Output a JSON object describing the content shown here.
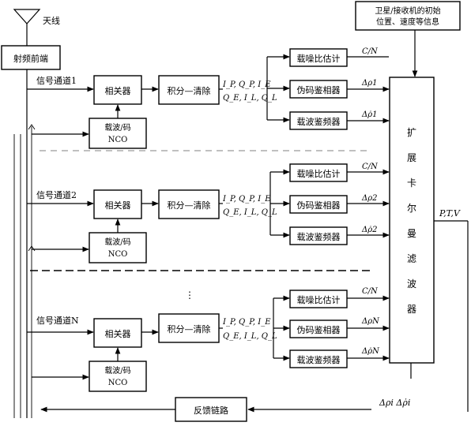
{
  "antenna": {
    "label": "天线"
  },
  "rf_frontend": {
    "label": "射频前端"
  },
  "satellite_info": {
    "line1": "卫星/接收机的初始",
    "line2": "位置、速度等信息"
  },
  "channels": [
    {
      "label": "信号通道1",
      "correlator": "相关器",
      "nco_line1": "载波/码",
      "nco_line2": "NCO",
      "integrate_dump": "积分—清除",
      "outputs_row1": "I_P, Q_P, I_E",
      "outputs_row2": "Q_E, I_L, Q_L",
      "cn_estimator": "载噪比估计",
      "code_discriminator": "伪码鉴相器",
      "carrier_discriminator": "载波鉴频器",
      "cn_label": "C/N",
      "code_label": "Δρ1",
      "carrier_label": "Δρ̇1"
    },
    {
      "label": "信号通道2",
      "correlator": "相关器",
      "nco_line1": "载波/码",
      "nco_line2": "NCO",
      "integrate_dump": "积分—清除",
      "outputs_row1": "I_P, Q_P, I_E",
      "outputs_row2": "Q_E, I_L, Q_L",
      "cn_estimator": "载噪比估计",
      "code_discriminator": "伪码鉴相器",
      "carrier_discriminator": "载波鉴频器",
      "cn_label": "C/N",
      "code_label": "Δρ2",
      "carrier_label": "Δρ̇2"
    },
    {
      "label": "信号通道N",
      "correlator": "相关器",
      "nco_line1": "载波/码",
      "nco_line2": "NCO",
      "integrate_dump": "积分—清除",
      "outputs_row1": "I_P, Q_P, I_E",
      "outputs_row2": "Q_E, I_L, Q_L",
      "cn_estimator": "载噪比估计",
      "code_discriminator": "伪码鉴相器",
      "carrier_discriminator": "载波鉴频器",
      "cn_label": "C/N",
      "code_label": "ΔρN",
      "carrier_label": "Δρ̇N"
    }
  ],
  "ellipsis": "⋮",
  "ekf": {
    "chars": [
      "扩",
      "展",
      "卡",
      "尔",
      "曼",
      "滤",
      "波",
      "器"
    ]
  },
  "ekf_output": "P,T,V",
  "feedback": {
    "label": "反馈链路",
    "output_labels": "Δρi   Δρ̇i"
  }
}
